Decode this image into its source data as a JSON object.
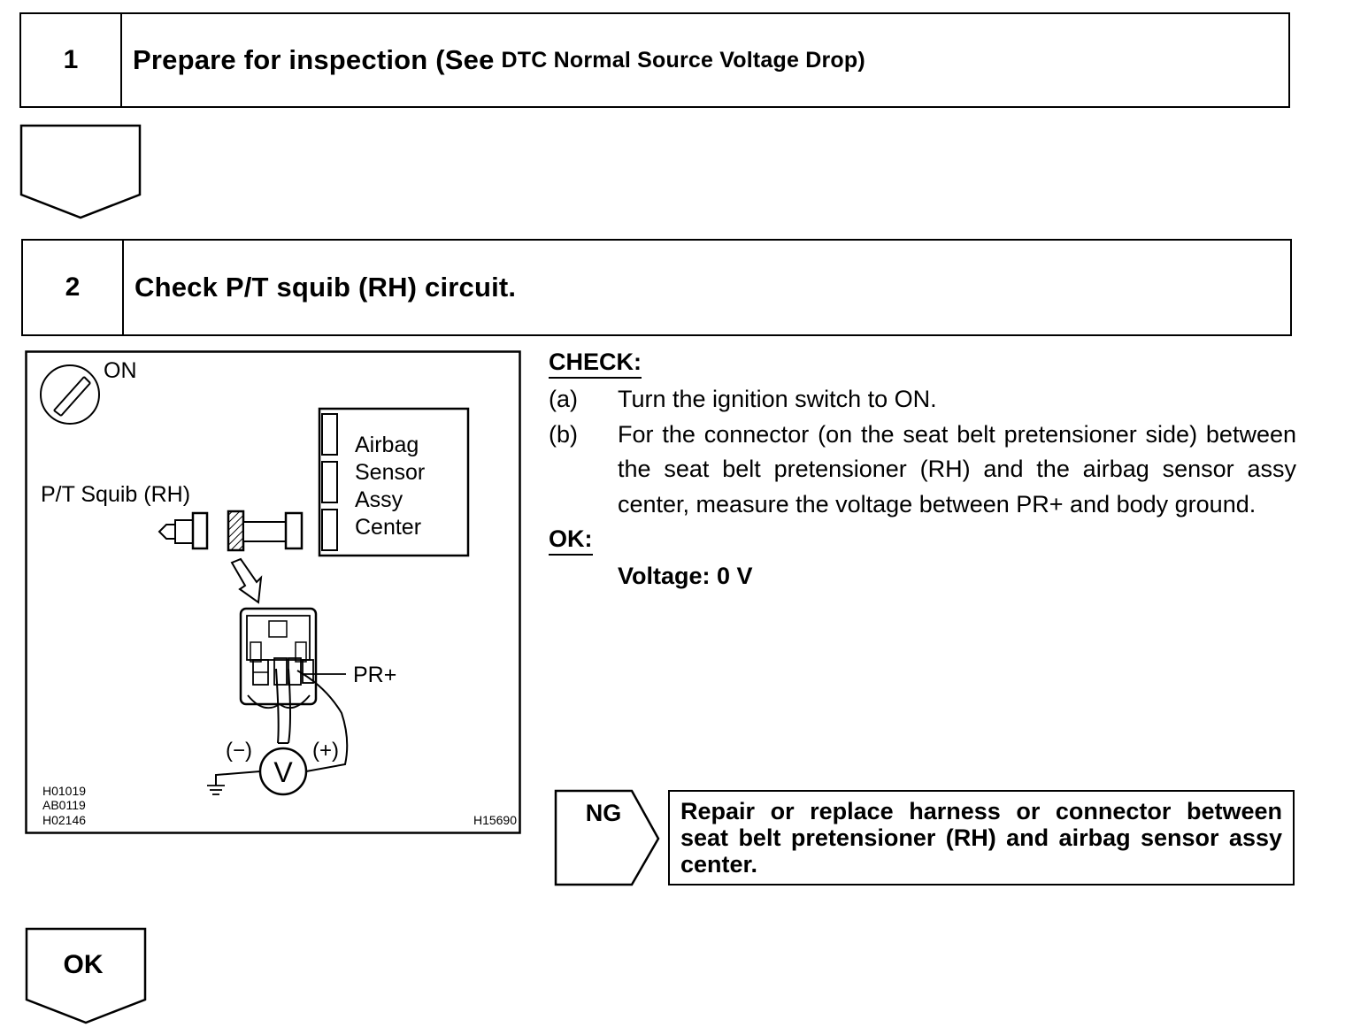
{
  "steps": [
    {
      "number": "1",
      "title": "Prepare for inspection (See",
      "title_ref": "DTC Normal Source Voltage Drop)"
    },
    {
      "number": "2",
      "title": "Check P/T squib (RH) circuit."
    }
  ],
  "diagram": {
    "ignition_label": "ON",
    "component_label": "P/T Squib (RH)",
    "sensor_label": [
      "Airbag",
      "Sensor",
      "Assy",
      "Center"
    ],
    "terminal_label": "PR+",
    "meter_symbol": "V",
    "probe_negative": "(−)",
    "probe_positive": "(+)",
    "ref_codes": [
      "H01019",
      "AB0119",
      "H02146"
    ],
    "figure_code": "H15690"
  },
  "check": {
    "heading": "CHECK:",
    "items": [
      {
        "letter": "(a)",
        "text": "Turn the ignition switch to ON."
      },
      {
        "letter": "(b)",
        "text": "For the connector (on the seat belt pretensioner side) between the seat belt pretensioner (RH) and the airbag sensor assy center, measure the voltage between PR+ and body ground."
      }
    ],
    "ok_heading": "OK:",
    "ok_value": "Voltage: 0 V"
  },
  "results": {
    "ng_label": "NG",
    "ng_action": "Repair or replace harness or connector between seat belt pretensioner (RH) and airbag sensor assy center.",
    "ok_label": "OK"
  }
}
